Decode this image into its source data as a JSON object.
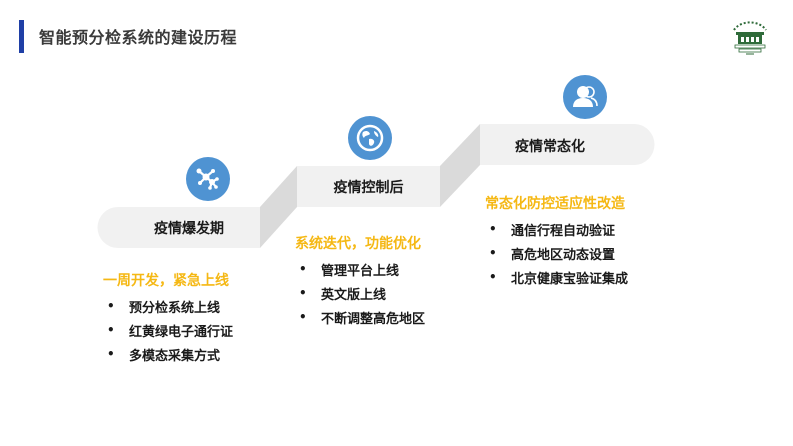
{
  "header": {
    "title": "智能预分检系统的建设历程",
    "accent_color": "#1f3fa6",
    "logo": "hospital-logo"
  },
  "colors": {
    "step_fill": "#f1f1f1",
    "step_side": "#dadada",
    "icon_bg": "#4f93d2",
    "heading": "#f5b814",
    "text": "#1a1a1a"
  },
  "steps": [
    {
      "label": "疫情爆发期",
      "icon": "network-nodes-icon",
      "heading": "一周开发，紧急上线",
      "items": [
        "预分检系统上线",
        "红黄绿电子通行证",
        "多模态采集方式"
      ]
    },
    {
      "label": "疫情控制后",
      "icon": "globe-icon",
      "heading": "系统迭代，功能优化",
      "items": [
        "管理平台上线",
        "英文版上线",
        "不断调整高危地区"
      ]
    },
    {
      "label": "疫情常态化",
      "icon": "users-icon",
      "heading": "常态化防控适应性改造",
      "items": [
        "通信行程自动验证",
        "高危地区动态设置",
        "北京健康宝验证集成"
      ]
    }
  ],
  "bullet": "•"
}
